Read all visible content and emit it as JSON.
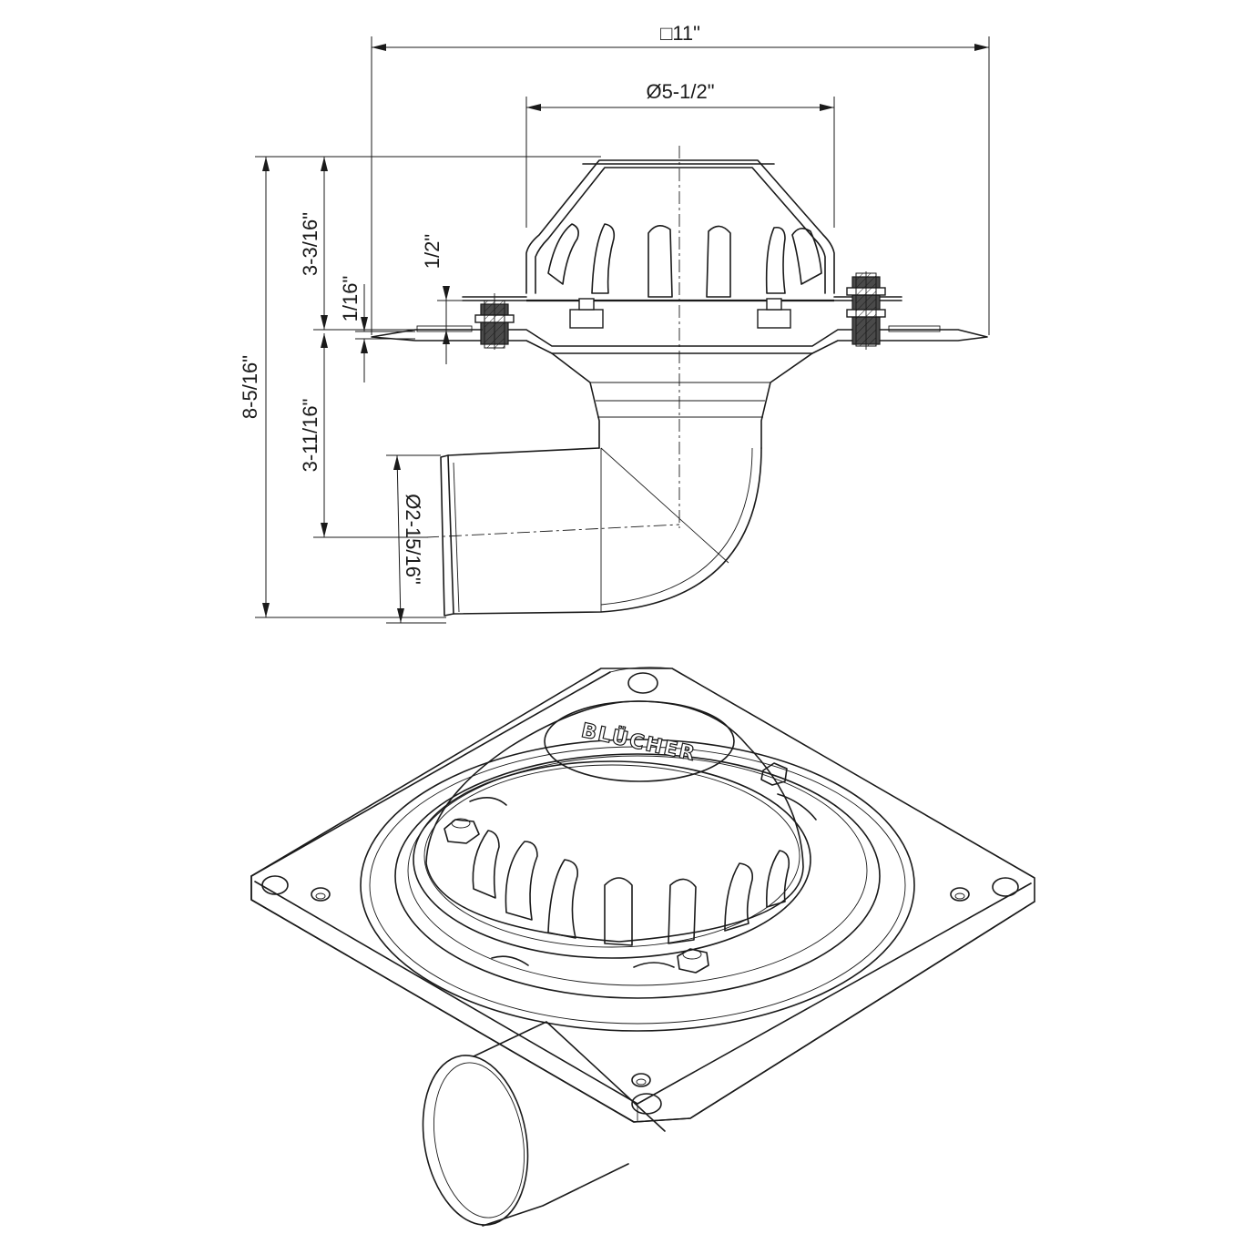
{
  "dimensions": {
    "overall_width": "□11\"",
    "dome_diameter": "Ø5-1/2\"",
    "total_height": "8-5/16\"",
    "dome_height": "3-3/16\"",
    "flange_gap": "1/2\"",
    "flange_thickness": "1/16\"",
    "outlet_height": "3-11/16\"",
    "outlet_diameter": "Ø2-15/16\""
  },
  "brand": {
    "logo_text": "BLÜCHER"
  }
}
